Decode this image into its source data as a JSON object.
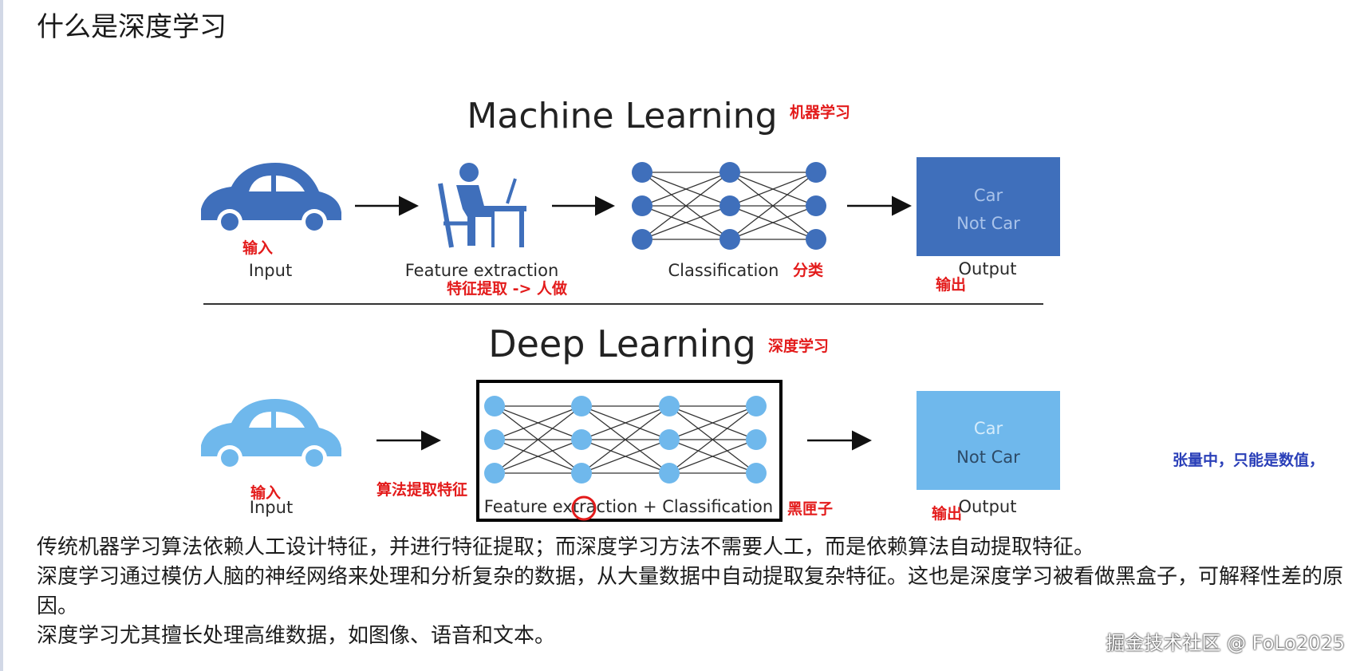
{
  "title": "什么是深度学习",
  "ml": {
    "heading": "Machine Learning",
    "heading_cn": "机器学习",
    "input_label": "Input",
    "input_cn": "输入",
    "feature_label": "Feature extraction",
    "feature_cn": "特征提取 -> 人做",
    "classification_label": "Classification",
    "classification_cn": "分类",
    "box_line1": "Car",
    "box_line2": "Not Car",
    "output_label": "Output",
    "output_cn": "输出"
  },
  "dl": {
    "heading": "Deep Learning",
    "heading_cn": "深度学习",
    "input_label": "Input",
    "input_cn": "输入",
    "algo_cn": "算法提取特征",
    "feature_class_label": "Feature extraction + Classification",
    "blackbox_cn": "黑匣子",
    "box_line1": "Car",
    "box_line2": "Not Car",
    "output_label": "Output",
    "output_cn": "输出"
  },
  "side_note": "张量中，只能是数值，",
  "paragraphs": [
    "传统机器学习算法依赖人工设计特征，并进行特征提取；而深度学习方法不需要人工，而是依赖算法自动提取特征。",
    "深度学习通过模仿人脑的神经网络来处理和分析复杂的数据，从大量数据中自动提取复杂特征。这也是深度学习被看做黑盒子，可解释性差的原因。",
    "深度学习尤其擅长处理高维数据，如图像、语音和文本。"
  ],
  "watermark": "掘金技术社区 @ FoLo2025",
  "colors": {
    "dark_blue": "#3f6fbb",
    "light_blue": "#6fb8ec",
    "annotation_red": "#e31b1b",
    "note_blue": "#2a3fb8"
  }
}
